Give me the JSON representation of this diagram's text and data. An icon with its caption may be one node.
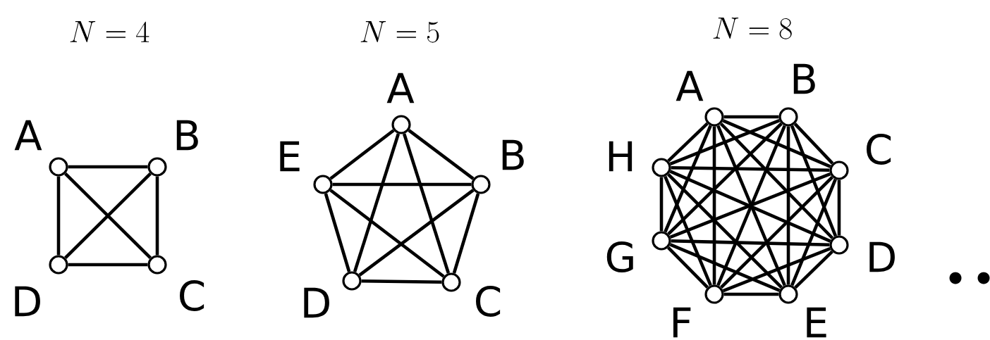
{
  "diagram": {
    "nodes": [
      {
        "text": [],
        "shape": "circle",
        "beside": [
          "A"
        ]
      },
      {
        "text": [],
        "shape": "circle",
        "beside": [
          "B"
        ]
      },
      {
        "text": [],
        "shape": "circle",
        "beside": [
          "C"
        ]
      },
      {
        "text": [],
        "shape": "circle",
        "beside": [
          "D"
        ]
      },
      {
        "text": [],
        "shape": "circle",
        "beside": [
          "A"
        ]
      },
      {
        "text": [],
        "shape": "circle",
        "beside": [
          "B"
        ]
      },
      {
        "text": [],
        "shape": "circle",
        "beside": [
          "C"
        ]
      },
      {
        "text": [],
        "shape": "circle",
        "beside": [
          "D"
        ]
      },
      {
        "text": [],
        "shape": "circle",
        "beside": [
          "E"
        ]
      },
      {
        "text": [],
        "shape": "circle",
        "beside": [
          "A"
        ]
      },
      {
        "text": [],
        "shape": "circle",
        "beside": [
          "B"
        ]
      },
      {
        "text": [],
        "shape": "circle",
        "beside": [
          "C"
        ]
      },
      {
        "text": [],
        "shape": "circle",
        "beside": [
          "D"
        ]
      },
      {
        "text": [],
        "shape": "circle",
        "beside": [
          "E"
        ]
      },
      {
        "text": [],
        "shape": "circle",
        "beside": [
          "F"
        ]
      },
      {
        "text": [],
        "shape": "circle",
        "beside": [
          "G"
        ]
      },
      {
        "text": [],
        "shape": "circle",
        "beside": [
          "H"
        ]
      }
    ],
    "edges": [
      {
        "from": 0,
        "to": 1,
        "arrow": "none"
      },
      {
        "from": 0,
        "to": 2,
        "arrow": "none"
      },
      {
        "from": 0,
        "to": 3,
        "arrow": "none"
      },
      {
        "from": 1,
        "to": 2,
        "arrow": "none"
      },
      {
        "from": 1,
        "to": 3,
        "arrow": "none"
      },
      {
        "from": 2,
        "to": 3,
        "arrow": "none"
      },
      {
        "from": 4,
        "to": 5,
        "arrow": "none"
      },
      {
        "from": 4,
        "to": 6,
        "arrow": "none"
      },
      {
        "from": 4,
        "to": 7,
        "arrow": "none"
      },
      {
        "from": 4,
        "to": 8,
        "arrow": "none"
      },
      {
        "from": 5,
        "to": 6,
        "arrow": "none"
      },
      {
        "from": 5,
        "to": 7,
        "arrow": "none"
      },
      {
        "from": 5,
        "to": 8,
        "arrow": "none"
      },
      {
        "from": 6,
        "to": 7,
        "arrow": "none"
      },
      {
        "from": 6,
        "to": 8,
        "arrow": "none"
      },
      {
        "from": 7,
        "to": 8,
        "arrow": "none"
      },
      {
        "from": 9,
        "to": 10,
        "arrow": "none"
      },
      {
        "from": 9,
        "to": 11,
        "arrow": "none"
      },
      {
        "from": 9,
        "to": 12,
        "arrow": "none"
      },
      {
        "from": 9,
        "to": 13,
        "arrow": "none"
      },
      {
        "from": 9,
        "to": 14,
        "arrow": "none"
      },
      {
        "from": 9,
        "to": 15,
        "arrow": "none"
      },
      {
        "from": 9,
        "to": 16,
        "arrow": "none"
      },
      {
        "from": 10,
        "to": 11,
        "arrow": "none"
      },
      {
        "from": 10,
        "to": 12,
        "arrow": "none"
      },
      {
        "from": 10,
        "to": 13,
        "arrow": "none"
      },
      {
        "from": 10,
        "to": 14,
        "arrow": "none"
      },
      {
        "from": 10,
        "to": 15,
        "arrow": "none"
      },
      {
        "from": 10,
        "to": 16,
        "arrow": "none"
      },
      {
        "from": 11,
        "to": 12,
        "arrow": "none"
      },
      {
        "from": 11,
        "to": 13,
        "arrow": "none"
      },
      {
        "from": 11,
        "to": 14,
        "arrow": "none"
      },
      {
        "from": 11,
        "to": 15,
        "arrow": "none"
      },
      {
        "from": 11,
        "to": 16,
        "arrow": "none"
      },
      {
        "from": 12,
        "to": 13,
        "arrow": "none"
      },
      {
        "from": 12,
        "to": 14,
        "arrow": "none"
      },
      {
        "from": 12,
        "to": 15,
        "arrow": "none"
      },
      {
        "from": 12,
        "to": 16,
        "arrow": "none"
      },
      {
        "from": 13,
        "to": 14,
        "arrow": "none"
      },
      {
        "from": 13,
        "to": 15,
        "arrow": "none"
      },
      {
        "from": 13,
        "to": 16,
        "arrow": "none"
      },
      {
        "from": 14,
        "to": 15,
        "arrow": "none"
      },
      {
        "from": 14,
        "to": 16,
        "arrow": "none"
      },
      {
        "from": 15,
        "to": 16,
        "arrow": "none"
      }
    ],
    "labels": [
      "N = 4",
      "N = 5",
      "N = 8"
    ]
  }
}
